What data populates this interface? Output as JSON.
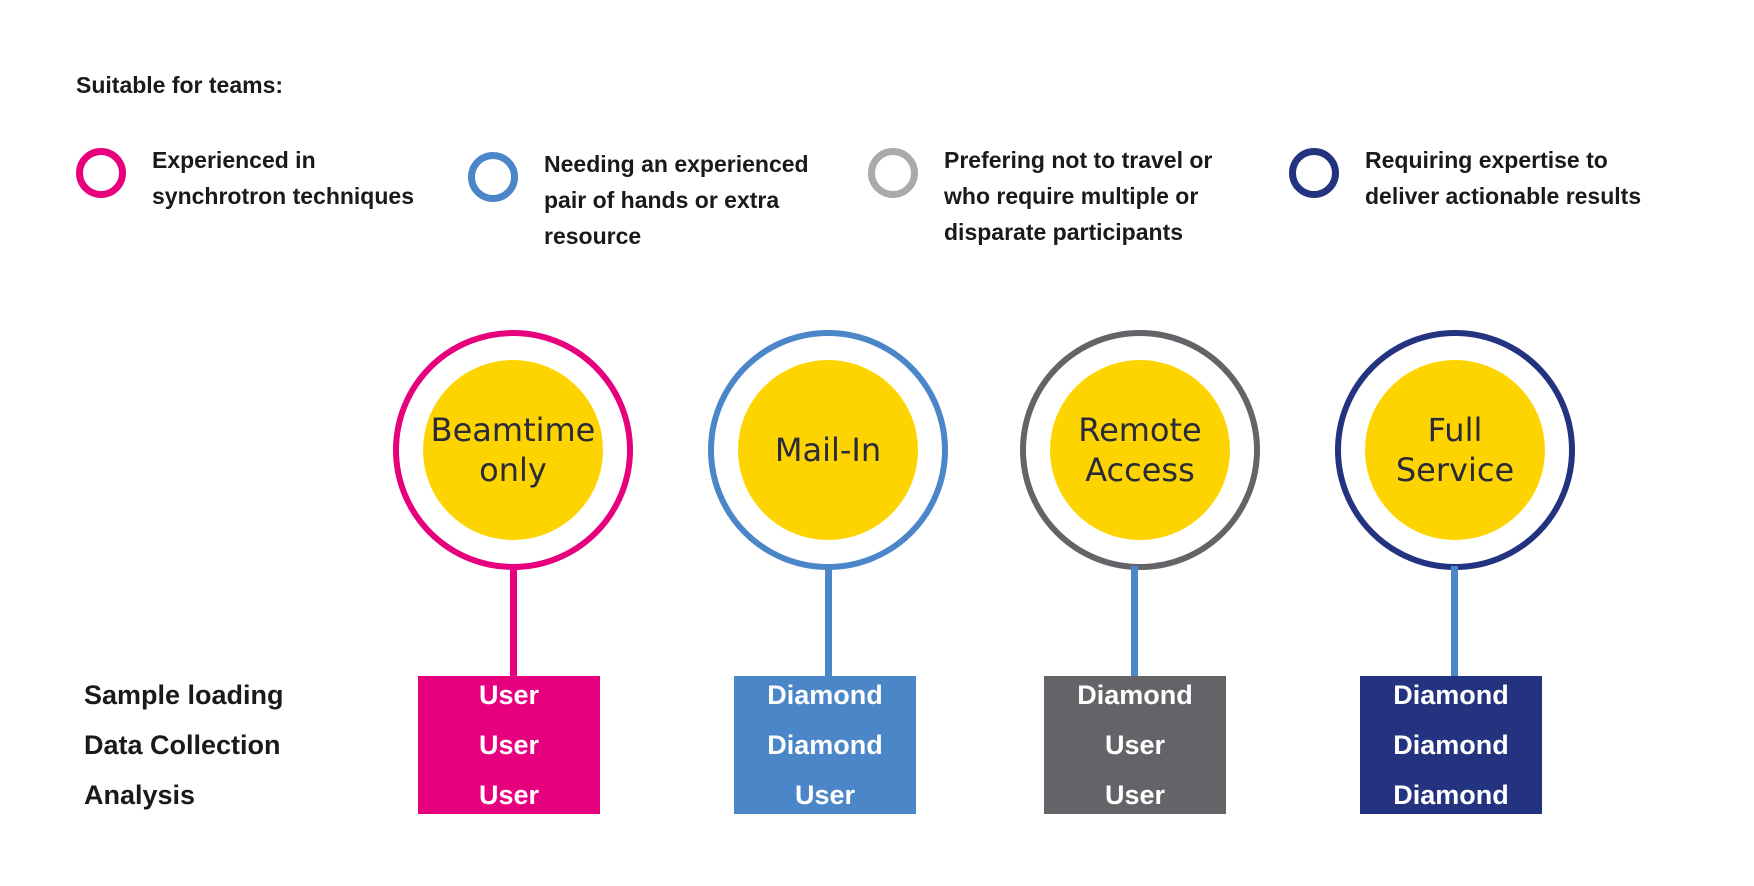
{
  "heading": "Suitable for teams:",
  "legend": [
    {
      "text": "Experienced in\nsynchrotron techniques",
      "color": "#e6007e"
    },
    {
      "text": "Needing an experienced\npair of hands or extra\nresource",
      "color": "#4a86c8"
    },
    {
      "text": "Prefering not to travel or\nwho require multiple or\ndisparate participants",
      "color": "#aaaaaa"
    },
    {
      "text": "Requiring expertise to\ndeliver actionable results",
      "color": "#23337f"
    }
  ],
  "row_labels": [
    "Sample loading",
    "Data Collection",
    "Analysis"
  ],
  "fill_color": "#fed400",
  "services": [
    {
      "name": "Beamtime\nonly",
      "ring_color": "#e6007e",
      "stem_color": "#e6007e",
      "box_color": "#e6007e",
      "cells": [
        "User",
        "User",
        "User"
      ]
    },
    {
      "name": "Mail-In",
      "ring_color": "#4a86c8",
      "stem_color": "#4a86c8",
      "box_color": "#4a86c8",
      "cells": [
        "Diamond",
        "Diamond",
        "User"
      ]
    },
    {
      "name": "Remote\nAccess",
      "ring_color": "#646468",
      "stem_color": "#4a86c8",
      "box_color": "#646468",
      "cells": [
        "Diamond",
        "User",
        "User"
      ]
    },
    {
      "name": "Full\nService",
      "ring_color": "#23337f",
      "stem_color": "#4a86c8",
      "box_color": "#23337f",
      "cells": [
        "Diamond",
        "Diamond",
        "Diamond"
      ]
    }
  ]
}
